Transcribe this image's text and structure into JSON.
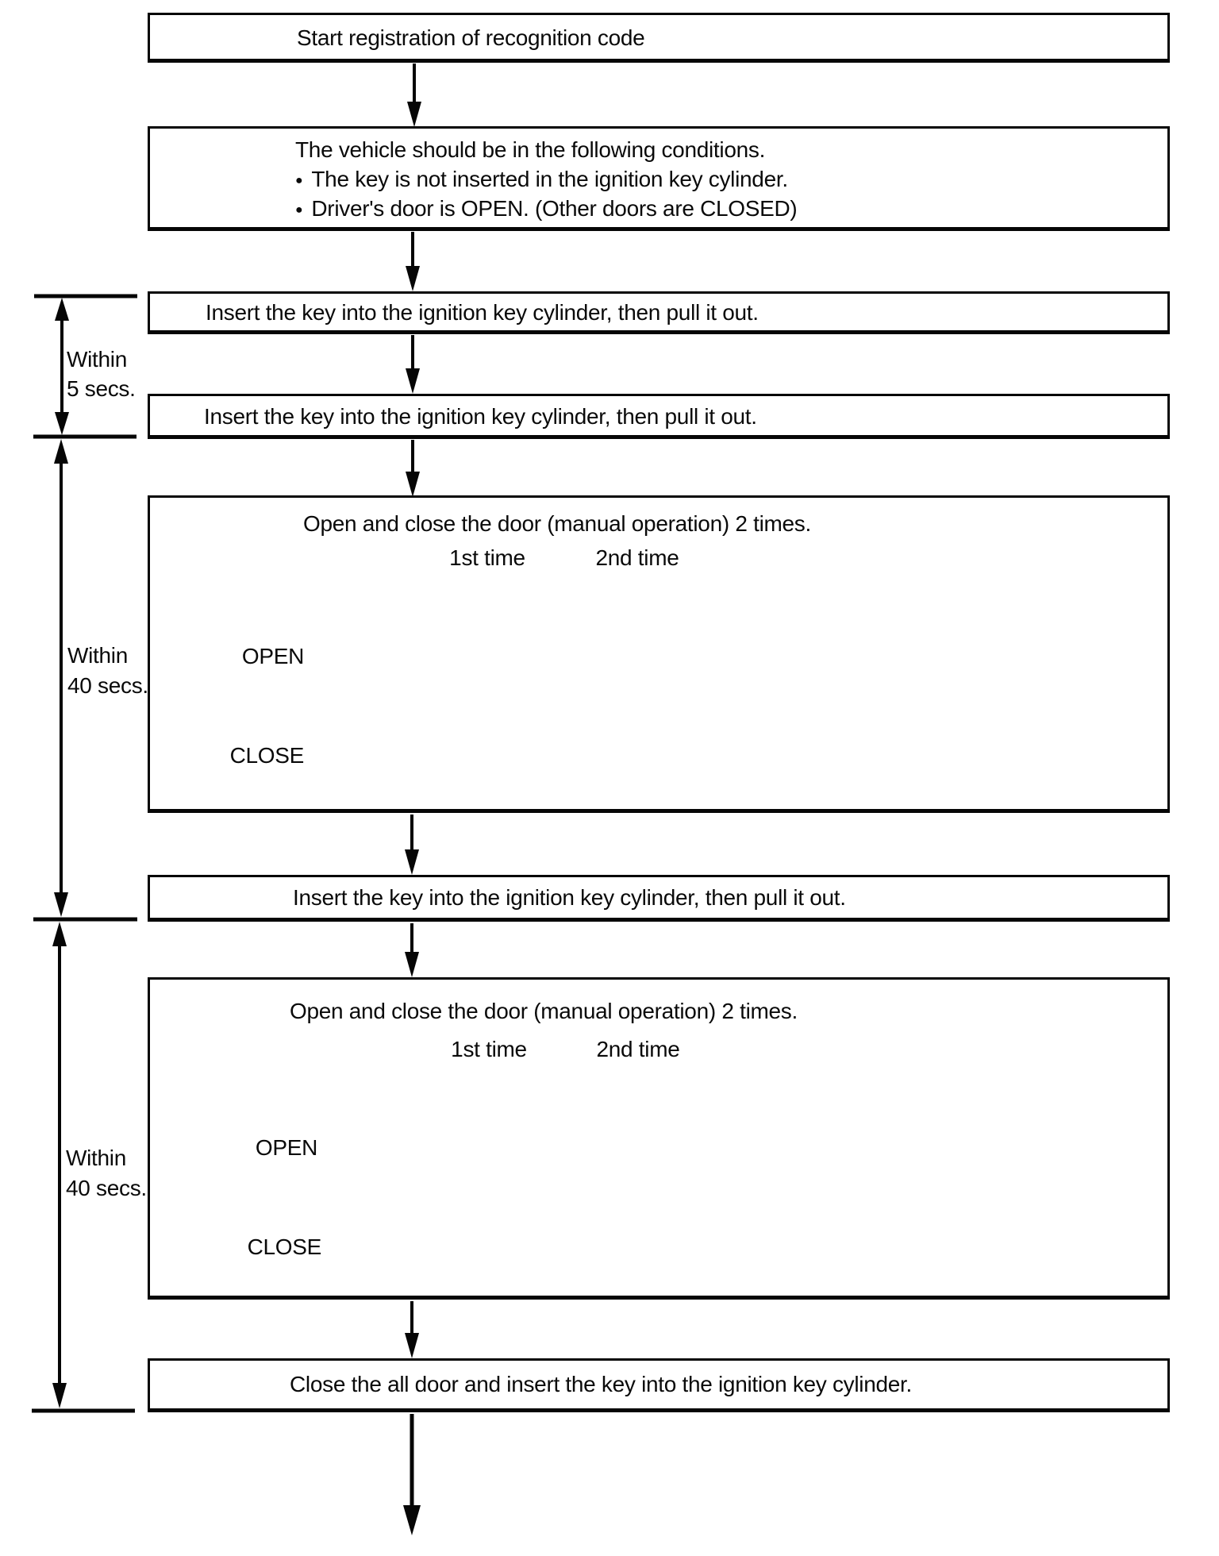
{
  "boxes": {
    "start": "Start registration of recognition code",
    "conditions": {
      "intro": "The vehicle should be in the following conditions.",
      "bullets": [
        "The key is not inserted in the ignition key cylinder.",
        "Driver's door is OPEN. (Other doors are CLOSED)"
      ]
    },
    "insert_key_1": "Insert the key into the ignition key cylinder, then pull it out.",
    "insert_key_2": "Insert the key into the ignition key cylinder, then pull it out.",
    "insert_key_3": "Insert the key into the ignition key cylinder, then pull it out.",
    "close_all": "Close the all door and insert the key into the ignition key cylinder."
  },
  "timers": {
    "within_5": {
      "line1": "Within",
      "line2": "5 secs."
    },
    "within_40_first": {
      "line1": "Within",
      "line2": "40 secs."
    },
    "within_40_second": {
      "line1": "Within",
      "line2": "40 secs."
    }
  },
  "door_diagram_1": {
    "title": "Open and close the door (manual operation) 2 times.",
    "label_1st": "1st time",
    "label_2nd": "2nd time",
    "level_open": "OPEN",
    "level_close": "CLOSE"
  },
  "door_diagram_2": {
    "title": "Open and close the door (manual operation) 2 times.",
    "label_1st": "1st time",
    "label_2nd": "2nd time",
    "level_open": "OPEN",
    "level_close": "CLOSE"
  },
  "colors": {
    "ink": "#060606",
    "paper": "#ffffff"
  }
}
